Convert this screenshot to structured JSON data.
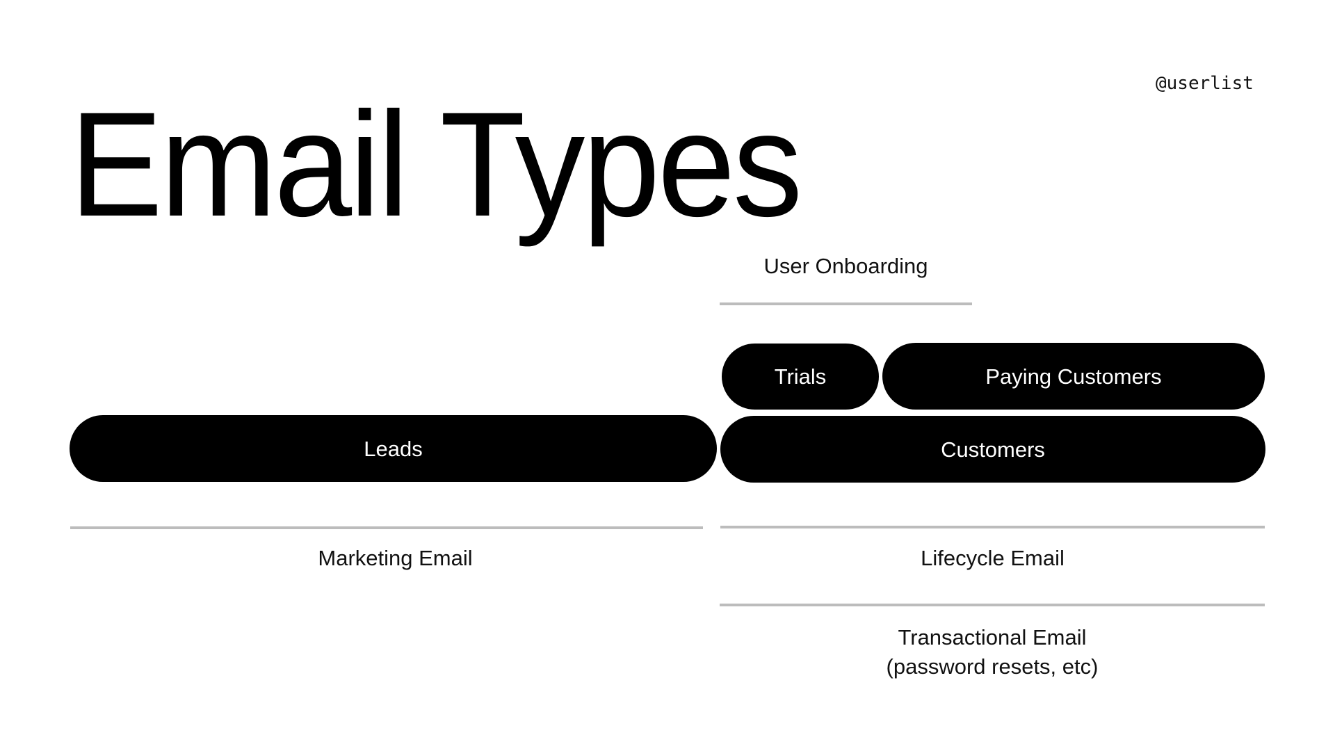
{
  "slide": {
    "title": "Email Types",
    "handle": "@userlist"
  },
  "segments": {
    "trials": "Trials",
    "paying_customers": "Paying Customers",
    "leads": "Leads",
    "customers": "Customers"
  },
  "email_types": {
    "user_onboarding": "User Onboarding",
    "marketing": "Marketing Email",
    "lifecycle": "Lifecycle Email",
    "transactional_line1": "Transactional Email",
    "transactional_line2": "(password resets, etc)"
  },
  "colors": {
    "pill_bg": "#000000",
    "pill_text": "#ffffff",
    "rule": "#bcbcbc",
    "text": "#111111"
  }
}
